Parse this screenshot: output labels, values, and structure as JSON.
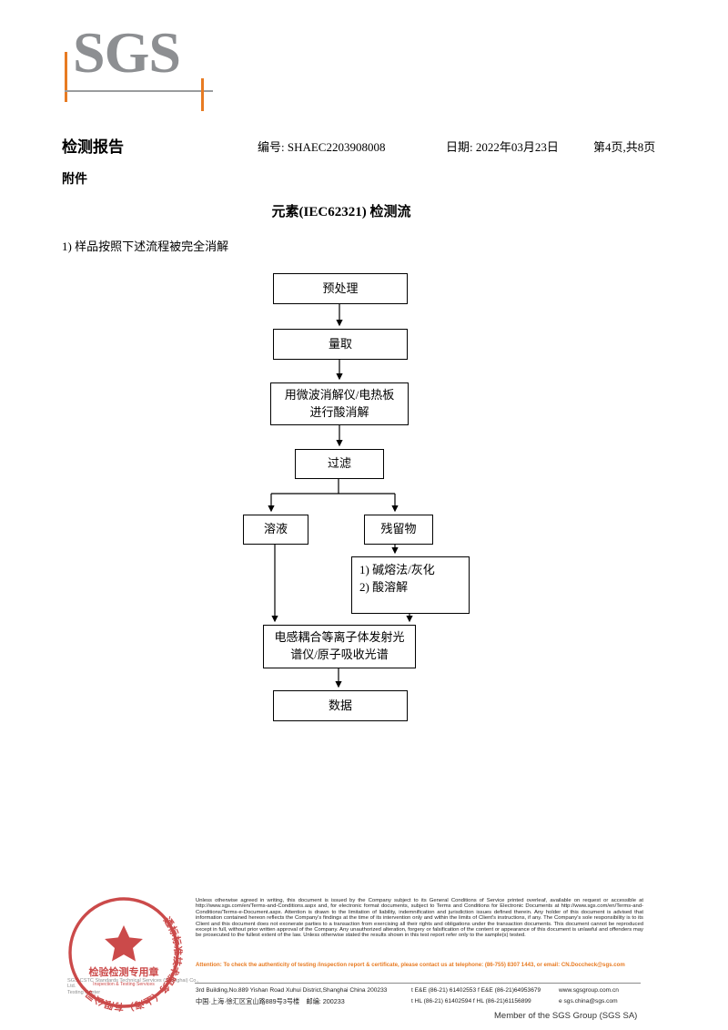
{
  "page": {
    "logo": "SGS",
    "header": {
      "title": "检测报告",
      "report_no": "编号: SHAEC2203908008",
      "date": "日期: 2022年03月23日",
      "page_info": "第4页,共8页"
    },
    "attachment": "附件",
    "section_title": "元素(IEC62321) 检测流",
    "note": "1) 样品按照下述流程被完全消解"
  },
  "flowchart": {
    "pretreatment": "预处理",
    "measure": "量取",
    "digestion_line1": "用微波消解仪/电热板",
    "digestion_line2": "进行酸消解",
    "filter": "过滤",
    "solution": "溶液",
    "residue": "残留物",
    "fusion_line1": "1) 碱熔法/灰化",
    "fusion_line2": "2) 酸溶解",
    "icp_line1": "电感耦合等离子体发射光",
    "icp_line2": "谱仪/原子吸收光谱",
    "data": "数据"
  },
  "footer": {
    "legal": "Unless otherwise agreed in writing, this document is issued by the Company subject to its General Conditions of Service printed overleaf, available on request or accessible at http://www.sgs.com/en/Terms-and-Conditions.aspx and, for electronic format documents, subject to Terms and Conditions for Electronic Documents at http://www.sgs.com/en/Terms-and-Conditions/Terms-e-Document.aspx. Attention is drawn to the limitation of liability, indemnification and jurisdiction issues defined therein. Any holder of this document is advised that information contained hereon reflects the Company's findings at the time of its intervention only and within the limits of Client's instructions, if any. The Company's sole responsibility is to its Client and this document does not exonerate parties to a transaction from exercising all their rights and obligations under the transaction documents. This document cannot be reproduced except in full, without prior written approval of the Company. Any unauthorized alteration, forgery or falsification of the content or appearance of this document is unlawful and offenders may be prosecuted to the fullest extent of the law. Unless otherwise stated the results shown in this test report refer only to the sample(s) tested.",
    "attention": "Attention: To check the authenticity of testing /inspection report & certificate, please contact us at telephone: (86-755) 8307 1443, or email: CN.Doccheck@sgs.com",
    "address_en": "3rd Building,No.889 Yishan Road Xuhui District,Shanghai China   200233",
    "tel_en": "t E&E (86-21) 61402553    f E&E (86-21)64953679",
    "web": "www.sgsgroup.com.cn",
    "address_cn": "中国·上海·徐汇区宜山路889号3号楼　邮编: 200233",
    "tel_cn": "t HL (86-21) 61402594     f HL (86-21)61156899",
    "email": "e  sgs.china@sgs.com",
    "member": "Member of the SGS Group (SGS SA)",
    "company_gray1": "SGS-CSTC Standards Technical Services (Shanghai) Co., Ltd.",
    "company_gray2": "Testing Center",
    "stamp": {
      "ring": "通标标准技术服务（上海）有限公司",
      "band": "检验检测专用章",
      "sub": "Inspection & Testing Services"
    }
  }
}
